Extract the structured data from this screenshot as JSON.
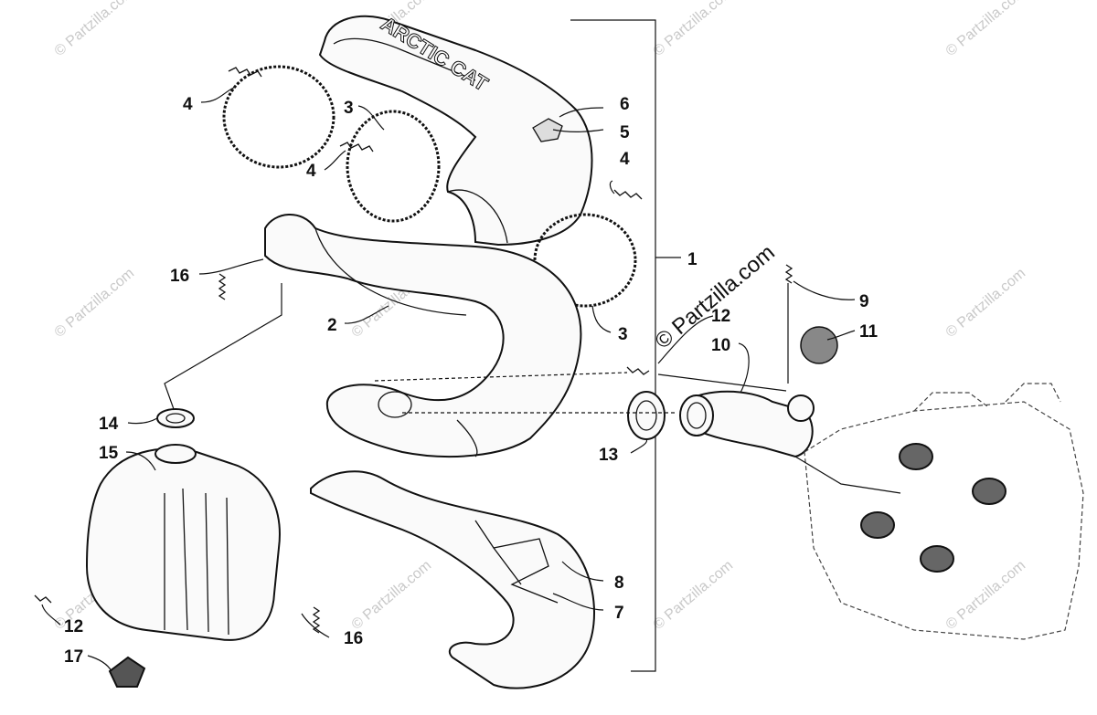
{
  "diagram": {
    "copyright": "© Partzilla.com",
    "watermark": "© Partzilla.com",
    "brand_on_muffler_cover": "ARCTIC CAT",
    "callouts": {
      "c1": "1",
      "c2": "2",
      "c3a": "3",
      "c3b": "3",
      "c4a": "4",
      "c4b": "4",
      "c4c": "4",
      "c5": "5",
      "c6": "6",
      "c7": "7",
      "c8": "8",
      "c9": "9",
      "c10": "10",
      "c11": "11",
      "c12a": "12",
      "c12b": "12",
      "c13": "13",
      "c14": "14",
      "c15": "15",
      "c16a": "16",
      "c16b": "16",
      "c17": "17"
    }
  }
}
